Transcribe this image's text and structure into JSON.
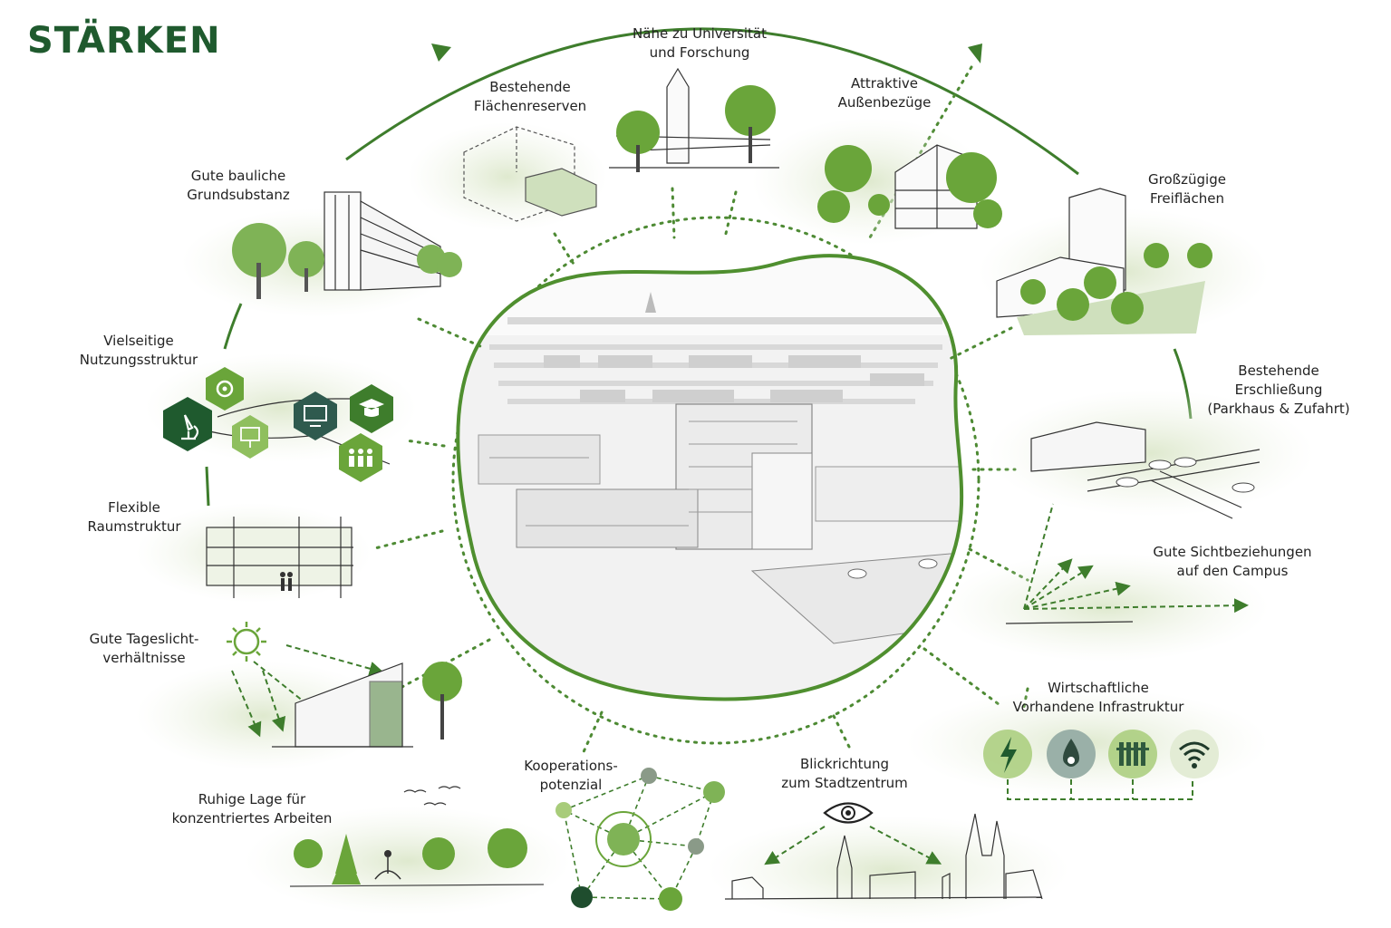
{
  "title": "STÄRKEN",
  "colors": {
    "brand": "#1f5a2e",
    "accent": "#6aa53a",
    "wash": "#e3ecd5",
    "dark": "#2f5a3e"
  },
  "strengths": [
    {
      "id": "grundsubstanz",
      "lines": [
        "Gute bauliche",
        "Grundsubstanz"
      ]
    },
    {
      "id": "flaechenreserven",
      "lines": [
        "Bestehende",
        "Flächenreserven"
      ]
    },
    {
      "id": "universitaet",
      "lines": [
        "Nähe zu Universität",
        "und Forschung"
      ]
    },
    {
      "id": "aussenbezuege",
      "lines": [
        "Attraktive",
        "Außenbezüge"
      ]
    },
    {
      "id": "freiflaechen",
      "lines": [
        "Großzügige",
        "Freiflächen"
      ]
    },
    {
      "id": "erschliessung",
      "lines": [
        "Bestehende",
        "Erschließung",
        "(Parkhaus & Zufahrt)"
      ]
    },
    {
      "id": "sichtbeziehungen",
      "lines": [
        "Gute Sichtbeziehungen",
        "auf den Campus"
      ]
    },
    {
      "id": "infrastruktur",
      "lines": [
        "Wirtschaftliche",
        "Vorhandene Infrastruktur"
      ]
    },
    {
      "id": "stadtzentrum",
      "lines": [
        "Blickrichtung",
        "zum Stadtzentrum"
      ]
    },
    {
      "id": "kooperation",
      "lines": [
        "Kooperations-",
        "potenzial"
      ]
    },
    {
      "id": "ruhige-lage",
      "lines": [
        "Ruhige Lage für",
        "konzentriertes Arbeiten"
      ]
    },
    {
      "id": "tageslicht",
      "lines": [
        "Gute Tageslicht-",
        "verhältnisse"
      ]
    },
    {
      "id": "raumstruktur",
      "lines": [
        "Flexible",
        "Raumstruktur"
      ]
    },
    {
      "id": "nutzungsstruktur",
      "lines": [
        "Vielseitige",
        "Nutzungsstruktur"
      ]
    }
  ],
  "icons": {
    "usage_hexagons": [
      "gear-icon",
      "microscope-icon",
      "presentation-board-icon",
      "monitor-icon",
      "graduation-cap-icon",
      "people-icon"
    ],
    "infrastructure": [
      "lightning-icon",
      "water-drop-icon",
      "radiator-icon",
      "wifi-icon"
    ]
  }
}
